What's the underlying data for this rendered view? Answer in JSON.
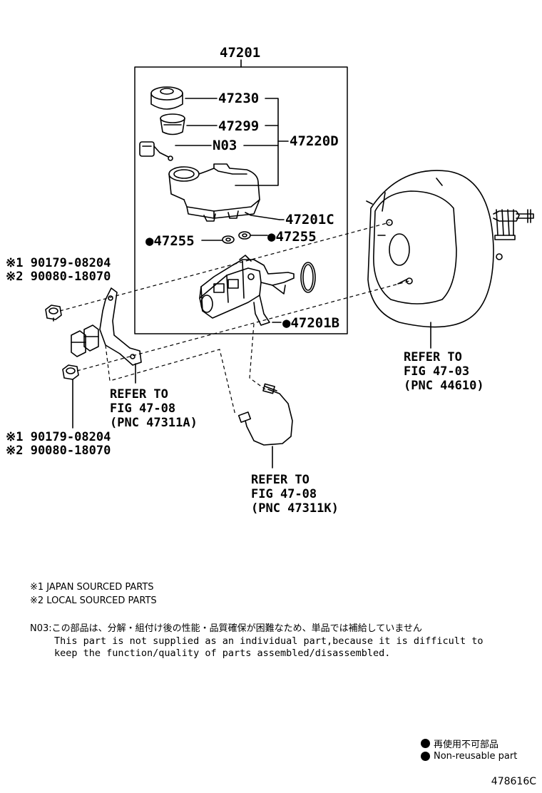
{
  "labels": {
    "assembly": "47201",
    "p47230": "47230",
    "p47299": "47299",
    "n03": "N03",
    "p47220d": "47220D",
    "p47201c": "47201C",
    "p47255a": "●47255",
    "p47255b": "●47255",
    "p47201b": "●47201B",
    "nut_top_1": "※1 90179-08204",
    "nut_top_2": "※2 90080-18070",
    "nut_bot_1": "※1 90179-08204",
    "nut_bot_2": "※2 90080-18070",
    "ref_booster": [
      "REFER TO",
      "FIG 47-03",
      "(PNC 44610)"
    ],
    "ref_bracket": [
      "REFER TO",
      "FIG 47-08",
      "(PNC 47311A)"
    ],
    "ref_tube": [
      "REFER TO",
      "FIG 47-08",
      "(PNC 47311K)"
    ]
  },
  "notes": {
    "japan": "※1 JAPAN SOURCED PARTS",
    "local": "※2 LOCAL SOURCED PARTS",
    "n03_jp": "N03:この部品は、分解・組付け後の性能・品質確保が困難なため、単品では補給していません",
    "n03_en1": "This part is not supplied as an individual part,because it is difficult to",
    "n03_en2": "keep the function/quality of parts assembled/disassembled."
  },
  "legend": {
    "jp": "再使用不可部品",
    "en": "Non-reusable part"
  },
  "figure_code": "478616C"
}
